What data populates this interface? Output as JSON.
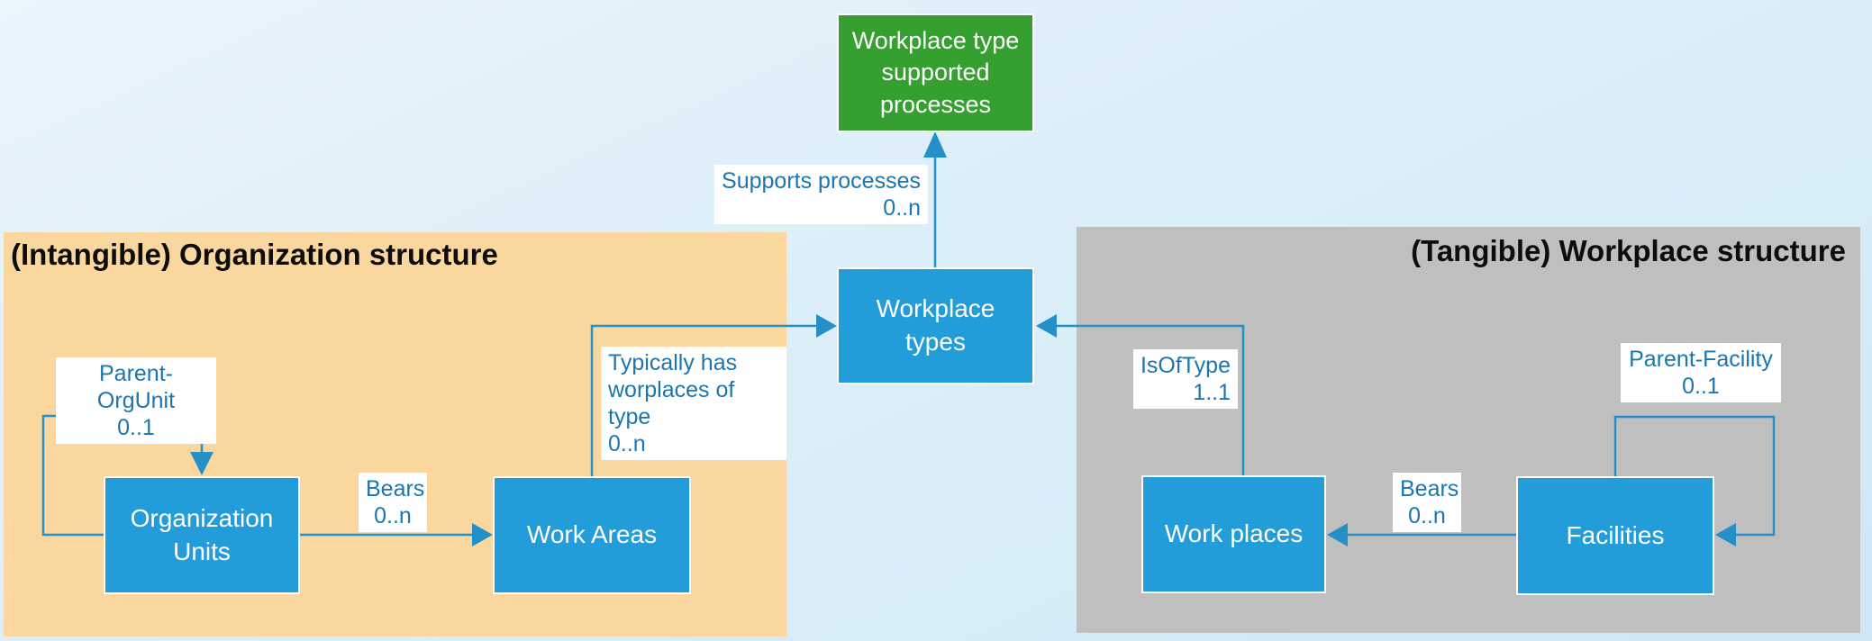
{
  "regions": {
    "organization": {
      "title": "(Intangible) Organization structure"
    },
    "workplace": {
      "title": "(Tangible) Workplace structure"
    }
  },
  "nodes": {
    "supported_processes": {
      "lines": [
        "Workplace type",
        "supported",
        "processes"
      ]
    },
    "workplace_types": {
      "lines": [
        "Workplace",
        "types"
      ]
    },
    "organization_units": {
      "lines": [
        "Organization",
        "Units"
      ]
    },
    "work_areas": {
      "lines": [
        "Work Areas"
      ]
    },
    "work_places": {
      "lines": [
        "Work places"
      ]
    },
    "facilities": {
      "lines": [
        "Facilities"
      ]
    }
  },
  "edges": {
    "supports_processes": {
      "label": "Supports processes",
      "cardinality": "0..n"
    },
    "parent_orgunit": {
      "label": "Parent-OrgUnit",
      "cardinality": "0..1"
    },
    "bears_org": {
      "label": "Bears",
      "cardinality": "0..n"
    },
    "typically_has": {
      "label_lines": [
        "Typically has",
        "worplaces of type"
      ],
      "cardinality": "0..n"
    },
    "is_of_type": {
      "label": "IsOfType",
      "cardinality": "1..1"
    },
    "bears_facility": {
      "label": "Bears",
      "cardinality": "0..n"
    },
    "parent_facility": {
      "label": "Parent-Facility",
      "cardinality": "0..1"
    }
  },
  "colors": {
    "node_blue": "#229dda",
    "node_green": "#35a02f",
    "region_orange": "#fbd7a0",
    "region_gray": "#bfbfbf",
    "connector_blue": "#2590c8",
    "label_text_blue": "#1b76ae",
    "background_blue": "#d9edf8"
  }
}
